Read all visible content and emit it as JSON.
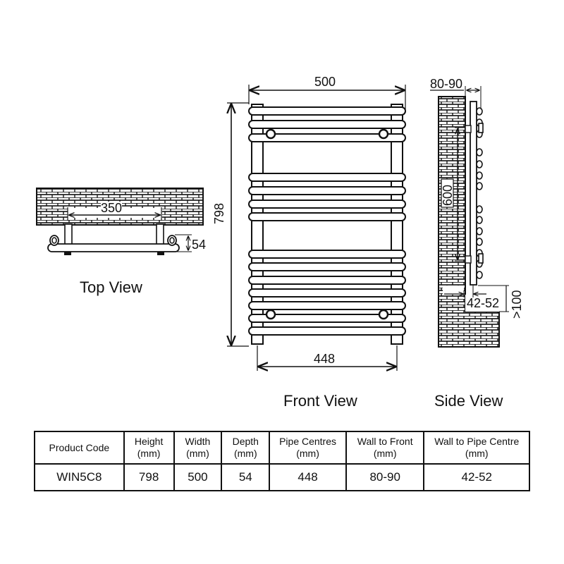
{
  "views": {
    "top": {
      "title": "Top View",
      "dims": {
        "pipe_span": "350",
        "depth": "54"
      }
    },
    "front": {
      "title": "Front View",
      "dims": {
        "width": "500",
        "height": "798",
        "pipe_centres": "448"
      },
      "bar_groups": [
        3,
        4,
        7
      ]
    },
    "side": {
      "title": "Side View",
      "dims": {
        "wall_to_front": "80-90",
        "bracket_height": "600",
        "wall_to_pipe": "42-52",
        "floor_clearance": ">100"
      }
    }
  },
  "spec_table": {
    "headers": [
      {
        "line1": "Product Code",
        "line2": ""
      },
      {
        "line1": "Height",
        "line2": "(mm)"
      },
      {
        "line1": "Width",
        "line2": "(mm)"
      },
      {
        "line1": "Depth",
        "line2": "(mm)"
      },
      {
        "line1": "Pipe Centres",
        "line2": "(mm)"
      },
      {
        "line1": "Wall to Front",
        "line2": "(mm)"
      },
      {
        "line1": "Wall to Pipe Centre",
        "line2": "(mm)"
      }
    ],
    "rows": [
      [
        "WIN5C8",
        "798",
        "500",
        "54",
        "448",
        "80-90",
        "42-52"
      ]
    ]
  },
  "colors": {
    "line": "#111111",
    "background": "#ffffff"
  }
}
